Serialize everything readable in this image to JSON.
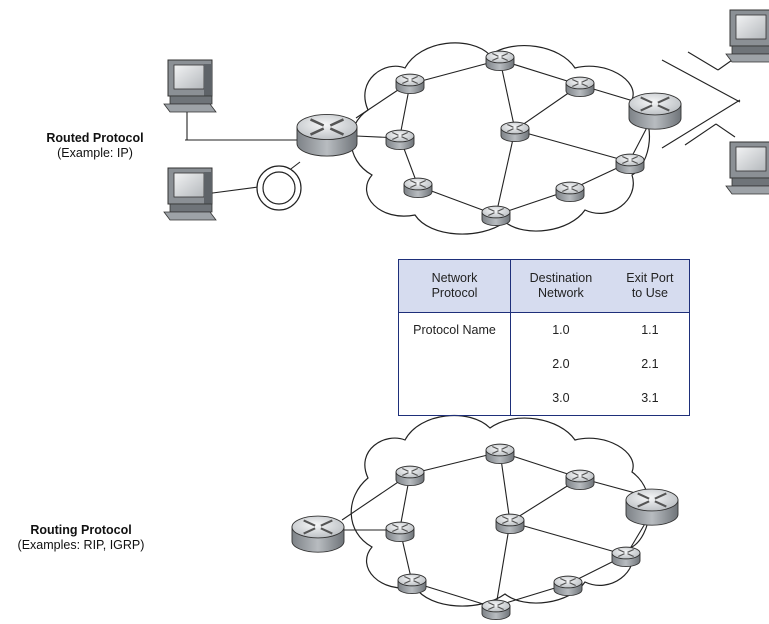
{
  "routed_label": {
    "title": "Routed Protocol",
    "example": "(Example: IP)"
  },
  "routing_label": {
    "title": "Routing Protocol",
    "example": "(Examples: RIP, IGRP)"
  },
  "table": {
    "headers": [
      "Network\nProtocol",
      "Destination\nNetwork",
      "Exit Port\nto Use"
    ],
    "rows": [
      [
        "Protocol Name",
        "1.0",
        "1.1"
      ],
      [
        "",
        "2.0",
        "2.1"
      ],
      [
        "",
        "3.0",
        "3.1"
      ]
    ]
  },
  "colors": {
    "table_border": "#1e2f7a",
    "table_header": "#d6dcef",
    "router_body": "#9ea3a8",
    "router_top": "#e4e6e8"
  },
  "icons": [
    "workstation-icon",
    "router-icon",
    "token-ring-icon",
    "network-cloud-icon"
  ]
}
